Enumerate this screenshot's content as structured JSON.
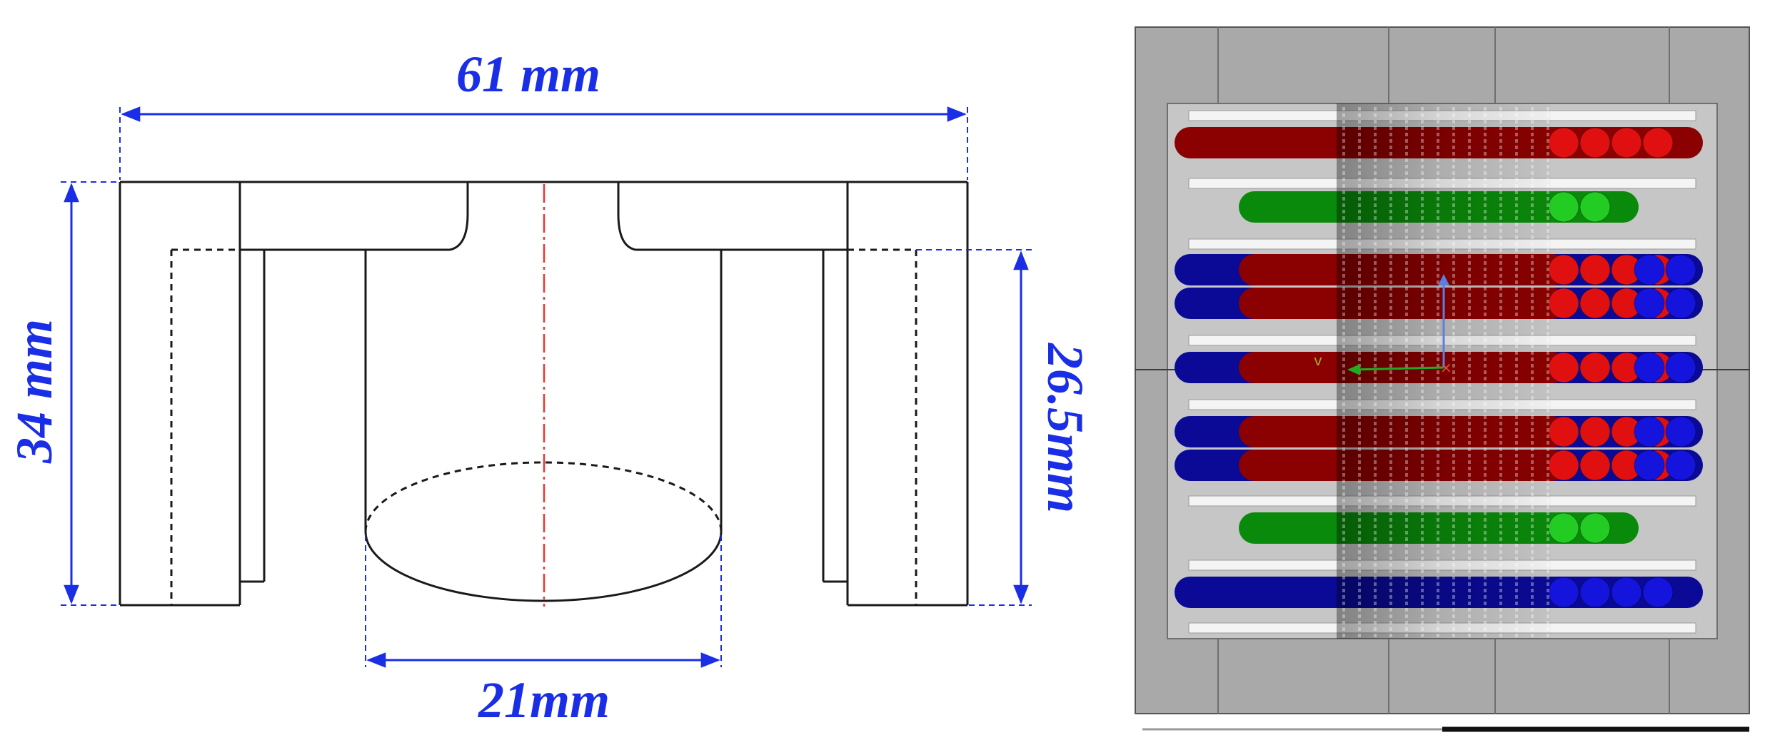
{
  "dimensions": {
    "overall_width": "61 mm",
    "overall_height": "34 mm",
    "inner_height": "26.5mm",
    "bore_diameter": "21mm"
  },
  "colors": {
    "dimension": "#1a2ee6",
    "centerline": "#e53935",
    "outline": "#1a1a1a",
    "frame_outer": "#a9a9a9",
    "frame_inner": "#c6c6c6",
    "bar_red": "#8b0000",
    "bar_red_bright": "#e01010",
    "bar_green": "#0a8a0a",
    "bar_green_bright": "#22cc22",
    "bar_blue": "#0a0a96",
    "bar_blue_bright": "#1414dd"
  },
  "model": {
    "bars": [
      {
        "id": "r1",
        "color": "red"
      },
      {
        "id": "g1",
        "color": "green"
      },
      {
        "id": "b1a",
        "color": "blue-red"
      },
      {
        "id": "b1b",
        "color": "blue-red"
      },
      {
        "id": "b2",
        "color": "blue-red"
      },
      {
        "id": "b3a",
        "color": "blue-red"
      },
      {
        "id": "b3b",
        "color": "blue-red"
      },
      {
        "id": "g2",
        "color": "green"
      },
      {
        "id": "b4",
        "color": "blue"
      }
    ],
    "axis_icons": [
      "axis-x-icon",
      "axis-y-icon",
      "axis-z-icon"
    ]
  }
}
